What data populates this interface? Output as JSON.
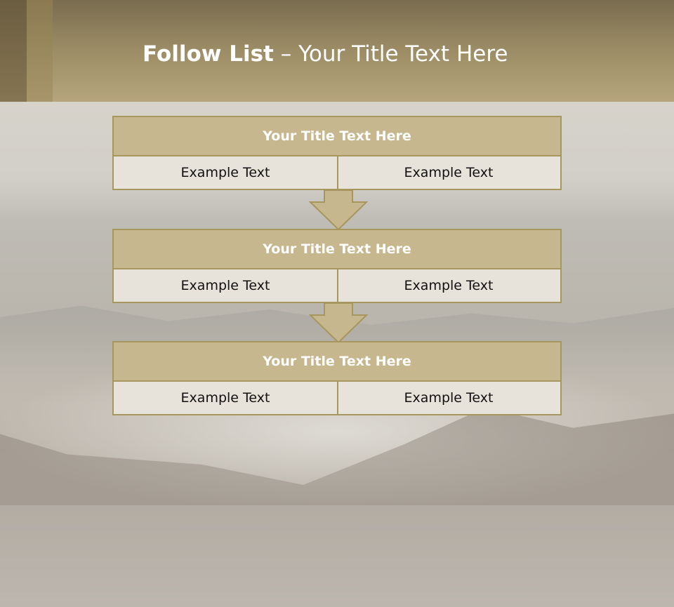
{
  "slide": {
    "title_bold": "Follow List",
    "title_rest": " – Your Title Text Here"
  },
  "stages": [
    {
      "title": "Your Title Text Here",
      "left": "Example Text",
      "right": "Example Text"
    },
    {
      "title": "Your Title Text Here",
      "left": "Example Text",
      "right": "Example Text"
    },
    {
      "title": "Your Title Text Here",
      "left": "Example Text",
      "right": "Example Text"
    }
  ],
  "colors": {
    "header": "#9c8d66",
    "box_header": "#c7b78f",
    "box_body": "#e8e3da",
    "border": "#a8965f",
    "arrow_fill": "#c7b78f"
  },
  "icons": [
    "down-arrow-icon",
    "down-arrow-icon"
  ]
}
